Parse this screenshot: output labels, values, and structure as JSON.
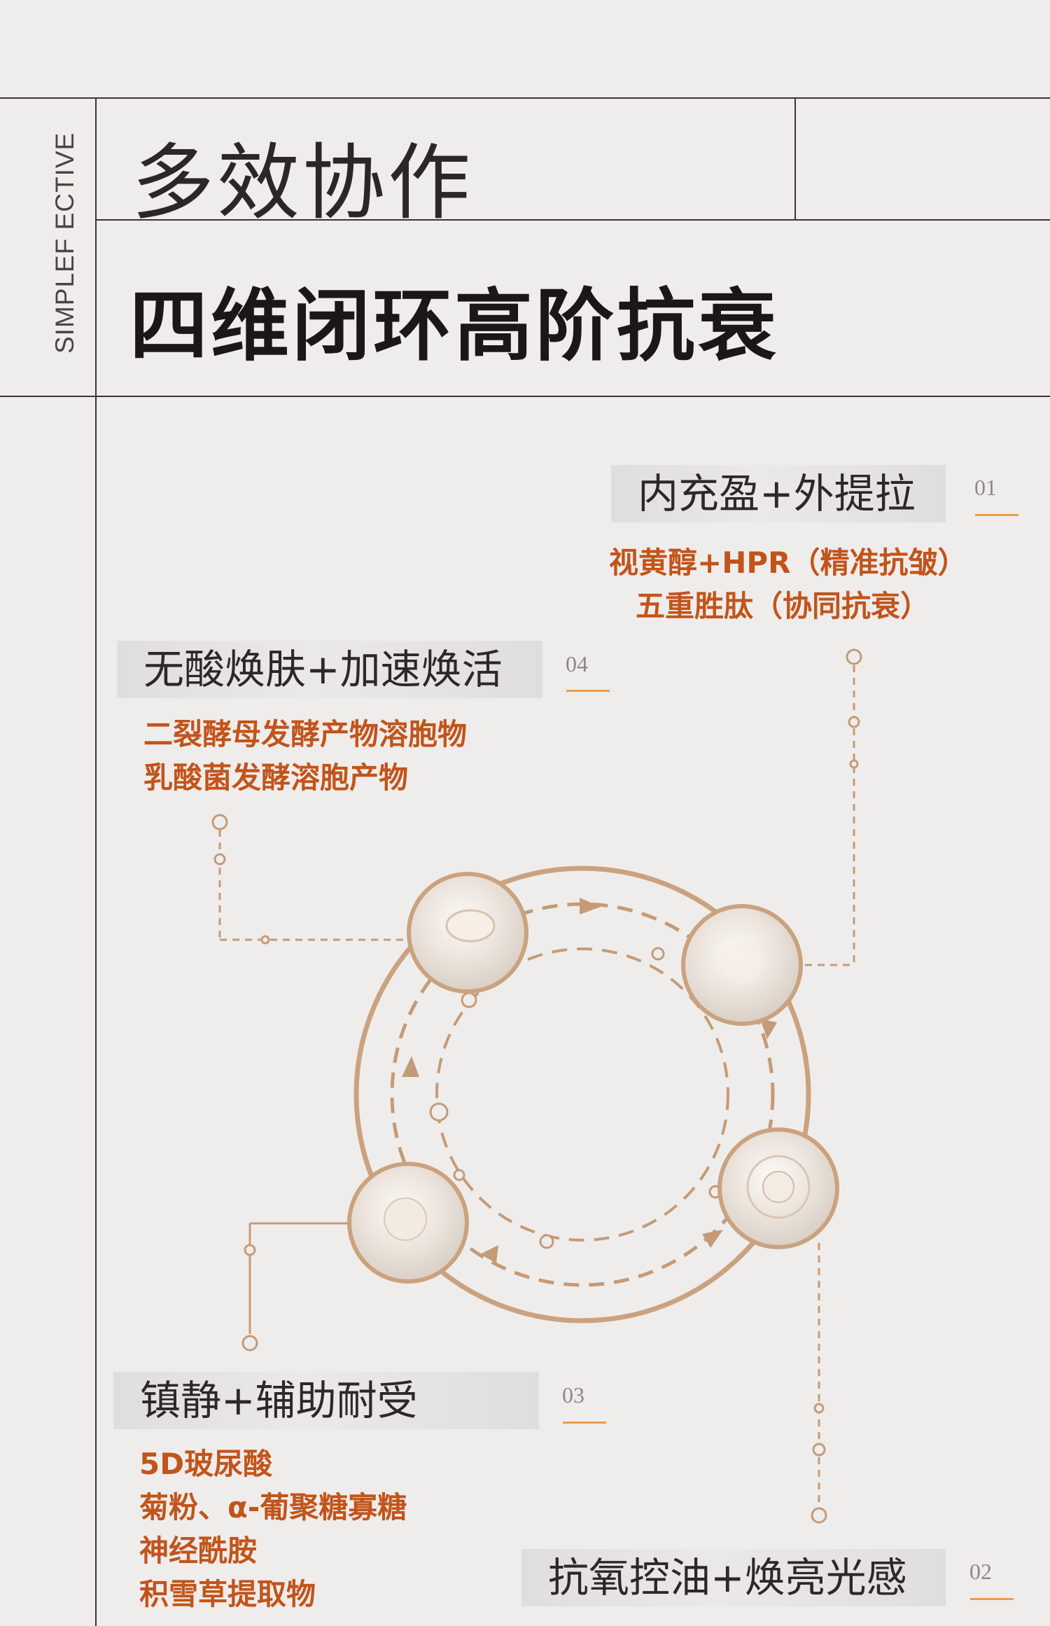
{
  "header": {
    "side_text": "SIMPLEF ECTIVE",
    "title_small": "多效协作",
    "title_large": "四维闭环高阶抗衰"
  },
  "blocks": [
    {
      "number": "01",
      "label": "内充盈+外提拉",
      "ingredients": [
        "视黄醇+HPR（精准抗皱）",
        "五重胜肽（协同抗衰）"
      ]
    },
    {
      "number": "04",
      "label": "无酸焕肤+加速焕活",
      "ingredients": [
        "二裂酵母发酵产物溶胞物",
        "乳酸菌发酵溶胞产物"
      ]
    },
    {
      "number": "03",
      "label": "镇静+辅助耐受",
      "ingredients": [
        "5D玻尿酸",
        "菊粉、α-葡聚糖寡糖",
        "神经酰胺",
        "积雪草提取物"
      ]
    },
    {
      "number": "02",
      "label": "抗氧控油+焕亮光感",
      "ingredients": []
    }
  ],
  "colors": {
    "background": "#efedeb",
    "line": "#3a3533",
    "accent": "#c2541b",
    "number_bar": "#ec9b4a",
    "ring": "#caa27f"
  }
}
